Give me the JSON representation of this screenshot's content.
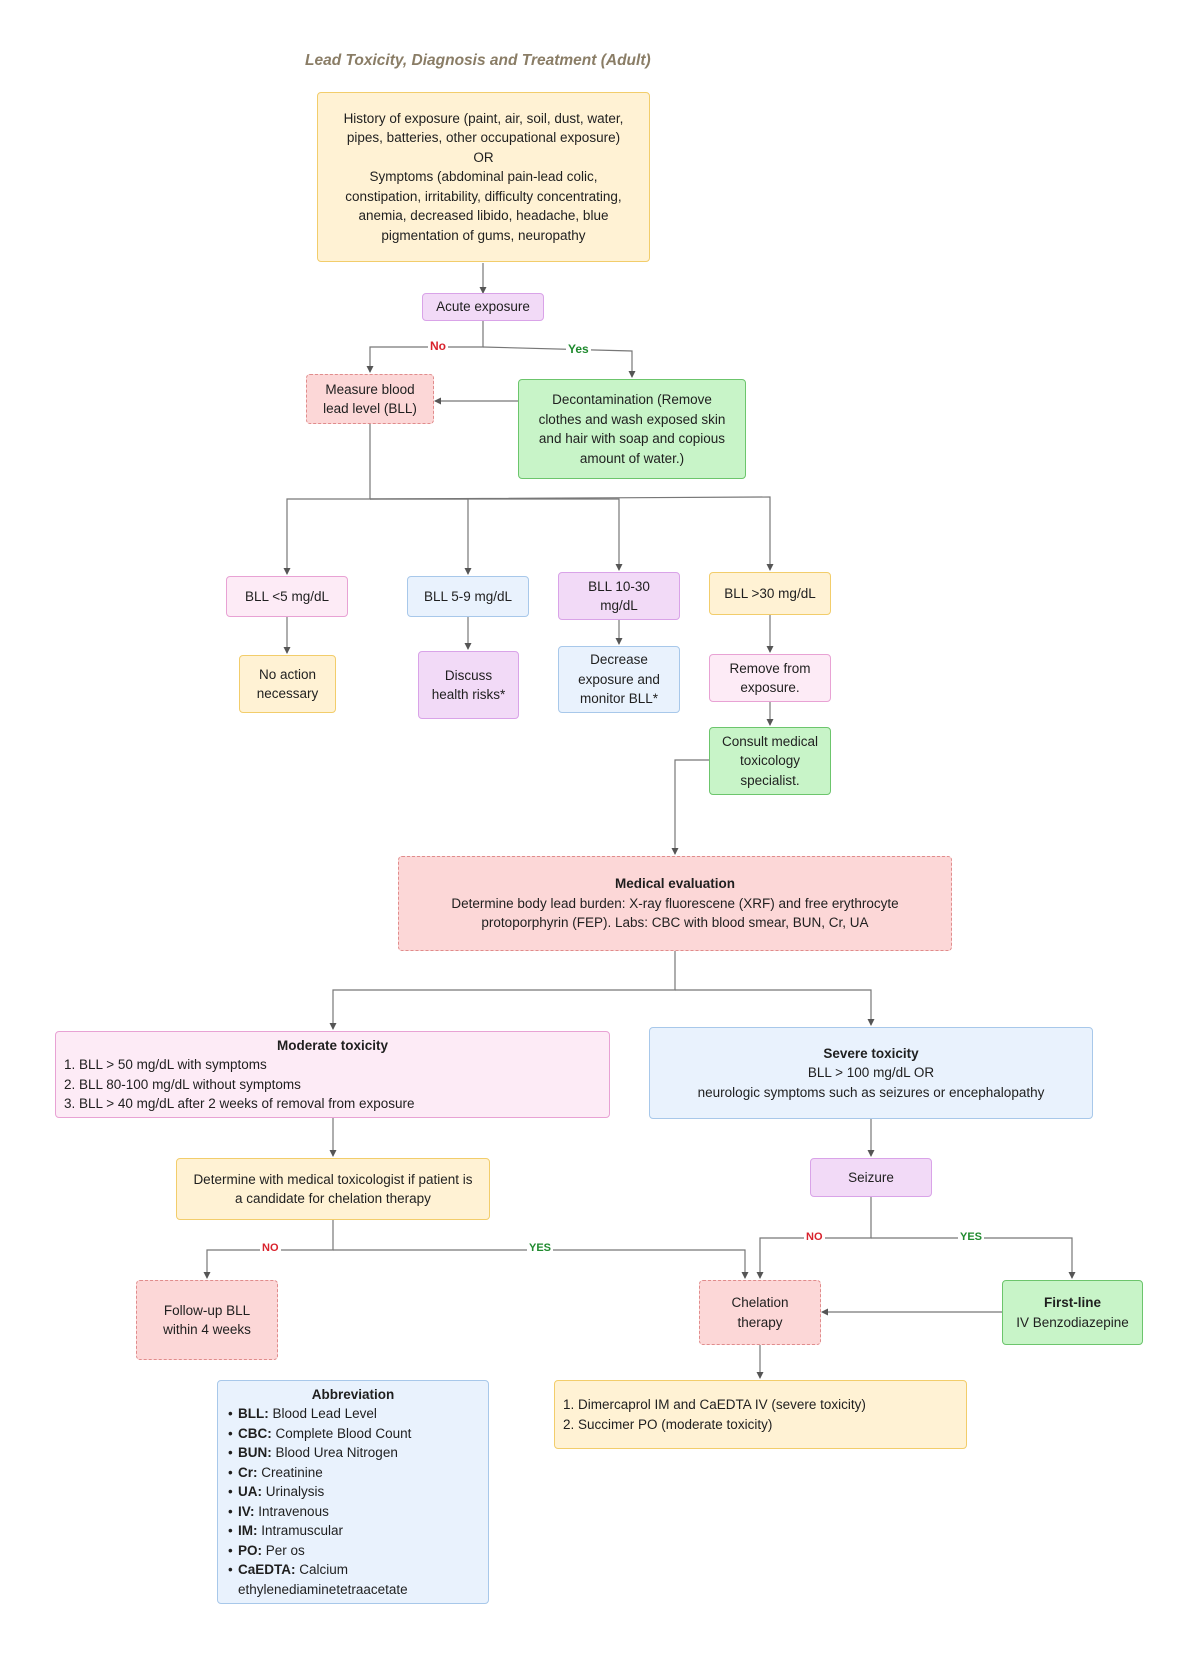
{
  "title": "Lead Toxicity, Diagnosis and Treatment (Adult)",
  "colors": {
    "yellow": "#fff2d4",
    "purple": "#f2daf7",
    "pink": "#fdebf6",
    "blue": "#e9f2fd",
    "green": "#c8f4c8",
    "red": "#fcd7d7",
    "no_label": "#d9232d",
    "yes_label": "#1f8a2e"
  },
  "nodes": {
    "history": {
      "lines": [
        "History of exposure (paint, air, soil, dust, water,",
        "pipes, batteries, other occupational exposure)",
        "OR",
        "Symptoms (abdominal pain-lead colic,",
        "constipation, irritability, difficulty concentrating,",
        "anemia, decreased libido, headache, blue",
        "pigmentation of gums, neuropathy"
      ]
    },
    "acute": {
      "text": "Acute exposure"
    },
    "measure_bll": {
      "lines": [
        "Measure blood",
        "lead level (BLL)"
      ]
    },
    "decontamination": {
      "lines": [
        "Decontamination (Remove",
        "clothes and wash exposed skin",
        "and hair with soap and copious",
        "amount of water.)"
      ]
    },
    "bll_lt5": {
      "text": "BLL <5 mg/dL"
    },
    "bll_5_9": {
      "text": "BLL 5-9 mg/dL"
    },
    "bll_10_30": {
      "lines": [
        "BLL 10-30",
        "mg/dL"
      ]
    },
    "bll_gt30": {
      "text": "BLL >30 mg/dL"
    },
    "no_action": {
      "lines": [
        "No action",
        "necessary"
      ]
    },
    "discuss": {
      "lines": [
        "Discuss",
        "health risks*"
      ]
    },
    "decrease": {
      "lines": [
        "Decrease",
        "exposure and",
        "monitor BLL*"
      ]
    },
    "remove": {
      "lines": [
        "Remove from",
        "exposure."
      ]
    },
    "consult": {
      "lines": [
        "Consult medical",
        "toxicology",
        "specialist."
      ]
    },
    "medical_eval": {
      "heading": "Medical evaluation",
      "lines": [
        "Determine body lead burden: X-ray fluorescene (XRF) and free erythrocyte",
        "protoporphyrin (FEP).  Labs: CBC with blood smear, BUN, Cr, UA"
      ]
    },
    "moderate": {
      "heading": "Moderate toxicity",
      "items": [
        "1. BLL > 50 mg/dL with symptoms",
        "2. BLL 80-100 mg/dL without symptoms",
        "3.  BLL > 40 mg/dL  after 2 weeks  of removal from exposure"
      ]
    },
    "severe": {
      "heading": "Severe toxicity",
      "lines": [
        "BLL > 100 mg/dL OR",
        "neurologic symptoms such as seizures or encephalopathy"
      ]
    },
    "determine": {
      "lines": [
        "Determine with medical toxicologist if patient is",
        "a candidate for chelation therapy"
      ]
    },
    "seizure": {
      "text": "Seizure"
    },
    "followup": {
      "lines": [
        "Follow-up BLL",
        "within 4 weeks"
      ]
    },
    "chelation": {
      "lines": [
        "Chelation",
        "therapy"
      ]
    },
    "first_line": {
      "heading": "First-line",
      "text": "IV Benzodiazepine"
    },
    "agents": {
      "items": [
        "1. Dimercaprol IM and CaEDTA IV (severe toxicity)",
        "2. Succimer PO (moderate toxicity)"
      ]
    },
    "abbreviation": {
      "heading": "Abbreviation",
      "bullet": "•",
      "items": [
        {
          "term": "BLL:",
          "def": "Blood Lead Level"
        },
        {
          "term": "CBC:",
          "def": "Complete Blood Count"
        },
        {
          "term": "BUN:",
          "def": "Blood Urea Nitrogen"
        },
        {
          "term": "Cr:",
          "def": "Creatinine"
        },
        {
          "term": "UA:",
          "def": "Urinalysis"
        },
        {
          "term": "IV:",
          "def": "Intravenous"
        },
        {
          "term": "IM:",
          "def": "Intramuscular"
        },
        {
          "term": "PO:",
          "def": "Per os"
        },
        {
          "term": "CaEDTA:",
          "def": "Calcium ethylenediaminetetraacetate"
        }
      ]
    }
  },
  "edge_labels": {
    "acute_no": "No",
    "acute_yes": "Yes",
    "chelation_no": "NO",
    "chelation_yes": "YES",
    "seizure_no": "NO",
    "seizure_yes": "YES"
  }
}
